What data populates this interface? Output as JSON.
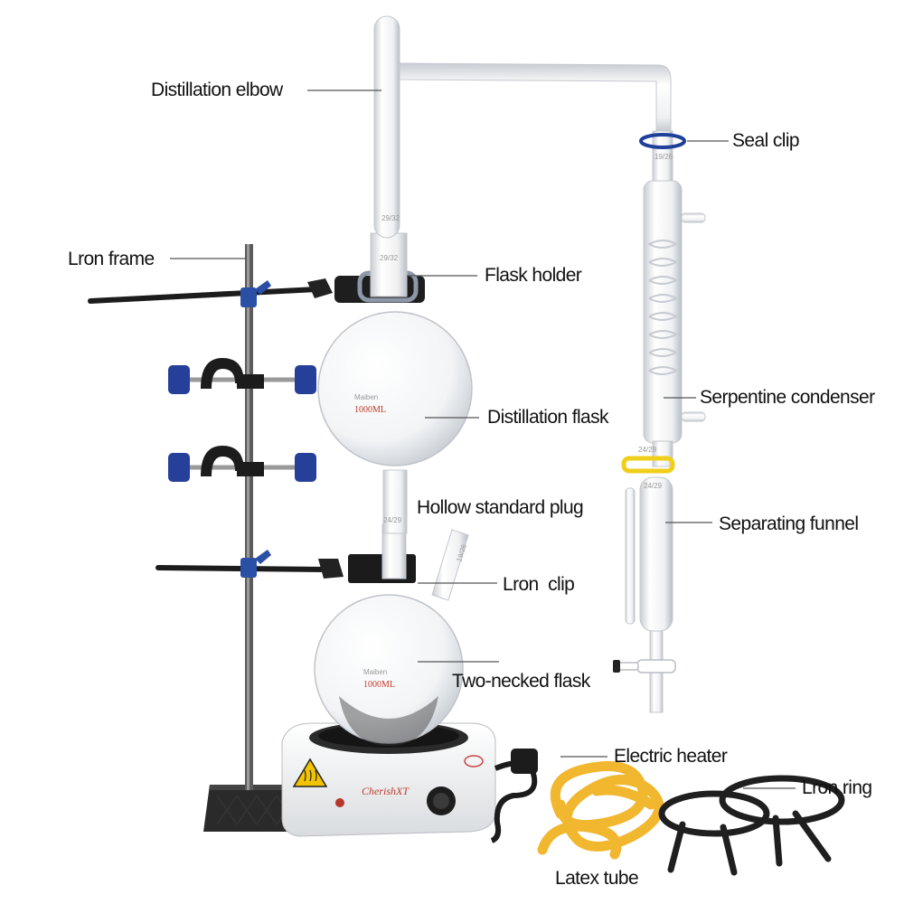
{
  "labels": {
    "distillation_elbow": "Distillation elbow",
    "seal_clip": "Seal clip",
    "iron_frame": "Lron frame",
    "flask_holder": "Flask holder",
    "distillation_flask": "Distillation flask",
    "serpentine_condenser": "Serpentine condenser",
    "hollow_standard_plug": "Hollow standard plug",
    "separating_funnel": "Separating funnel",
    "iron_clip": "Lron  clip",
    "two_necked_flask": "Two-necked flask",
    "electric_heater": "Electric heater",
    "iron_ring": "Lron ring",
    "latex_tube": "Latex tube"
  },
  "markings": {
    "joint_29_32": "29/32",
    "joint_19_26": "19/26",
    "joint_24_29": "24/29",
    "flask_brand": "Maiben",
    "flask_volume_top": "1000ML",
    "flask_volume_bottom": "1000ML",
    "brand_logo": "CherishXT"
  }
}
